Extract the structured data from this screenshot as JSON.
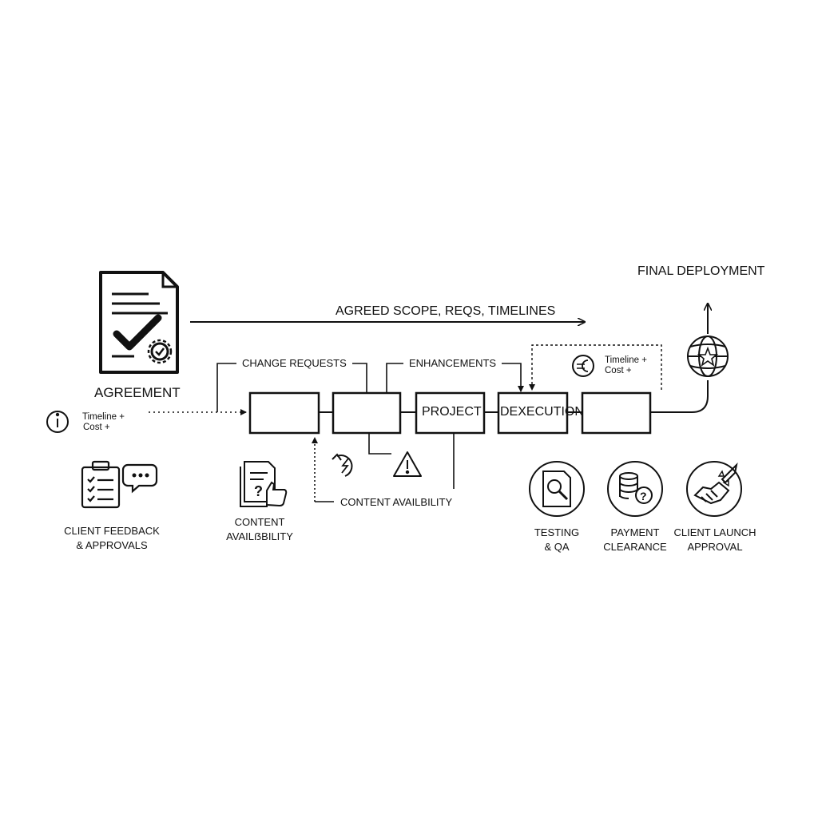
{
  "title": "FINAL DEPLOYMENT",
  "scope_arrow_label": "AGREED SCOPE, REQS, TIMELINES",
  "agreement": {
    "label": "AGREEMENT",
    "icon": "contract-check-icon"
  },
  "info_note": {
    "icon": "info-icon",
    "line1": "Timeline +",
    "line2": "Cost +"
  },
  "euro_note": {
    "icon": "euro-icon",
    "line1": "Timeline +",
    "line2": "Cost +"
  },
  "branch_labels": {
    "change_requests": "CHANGE REQUESTS",
    "enhancements": "ENHANCEMENTS",
    "content_availability": "CONTENT AVAILBILITY"
  },
  "boxes": {
    "box3": "PROJECT",
    "box4": "DEXECUTION"
  },
  "left_items": [
    {
      "icon": "clipboard-chat-icon",
      "line1": "CLIENT FEEDBACK",
      "line2": "& APPROVALS"
    },
    {
      "icon": "document-thumbs-up-icon",
      "line1": "CONTENT",
      "line2": "AVAILẞBILITY"
    }
  ],
  "right_items": [
    {
      "icon": "magnifier-document-icon",
      "line1": "TESTING",
      "line2": "& QA"
    },
    {
      "icon": "coins-question-icon",
      "line1": "PAYMENT",
      "line2": "CLEARANCE"
    },
    {
      "icon": "handshake-rocket-icon",
      "line1": "CLIENT LAUNCH",
      "line2": "APPROVAL"
    }
  ],
  "status_icons": [
    "refresh-bolt-icon",
    "warning-icon"
  ],
  "deploy_icon": "globe-star-icon"
}
